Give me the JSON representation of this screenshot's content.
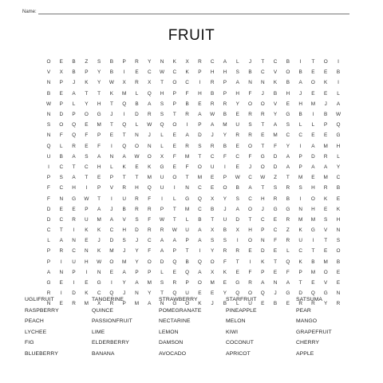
{
  "header": {
    "name_label": "Name:",
    "title": "FRUIT"
  },
  "grid_rows": [
    "OEBZSBPRYNKXRCALJTCBITOI",
    "VXBPYBIECWCKPHHSBCVOBEEB",
    "NPJKYWXRXTOCIRPANNKBAOKI",
    "BEATTKMLQHPFHBPHFJBHJEEL",
    "WPLYHTQBASPBERRYOOVEHMJA",
    "NDPOGJIDRSTRAWBERRYGBIBW",
    "SOQEMTQLWQOIPAMUSTASLLPQ",
    "NFQFPETNJLEADJYRREMCCEEG",
    "QLREFIQONLERSRBEOTFYIAMH",
    "UBASANAWOXFMTCFCFGDAPDRL",
    "ICTCHLKEKGEFOUIEJODAPAAY",
    "PSATEPTTMUOTMEPWCWZTMEMC",
    "FCHIPVRHQUINCEOBATSRSHRB",
    "FNGWTIURFILGQXYSCHRBIOKE",
    "DEEPAJBRRPTMCBJAOJGGNHEK",
    "DCRUMAVSFWTLBTUDTCERMMSH",
    "CTIKKCHDRRWUAXBXHPCZKGVN",
    "LANEJDSJCAAPASSIONFRUITS",
    "PRCNKMJYFAPTIYRREDELCTEO",
    "PIUHWOMYODQBQOFTIKTQKBMB",
    "ANPINEAPPLEQAXKEFPEFPMOE",
    "GEIEGIYAMSRPOMEGRANATEVE",
    "RIDKCQJNYTQUEEYQOQJGDQGN",
    "NERMXRPMANGOKJBLUEBERRYR"
  ],
  "word_list": [
    "UGLIFRUIT",
    "TANGERINE",
    "STRAWBERRY",
    "STARFRUIT",
    "SATSUMA",
    "RASPBERRY",
    "QUINCE",
    "POMEGRANATE",
    "PINEAPPLE",
    "PEAR",
    "PEACH",
    "PASSIONFRUIT",
    "NECTARINE",
    "MELON",
    "MANGO",
    "LYCHEE",
    "LIME",
    "LEMON",
    "KIWI",
    "GRAPEFRUIT",
    "FIG",
    "ELDERBERRY",
    "DAMSON",
    "COCONUT",
    "CHERRY",
    "BLUEBERRY",
    "BANANA",
    "AVOCADO",
    "APRICOT",
    "APPLE"
  ]
}
